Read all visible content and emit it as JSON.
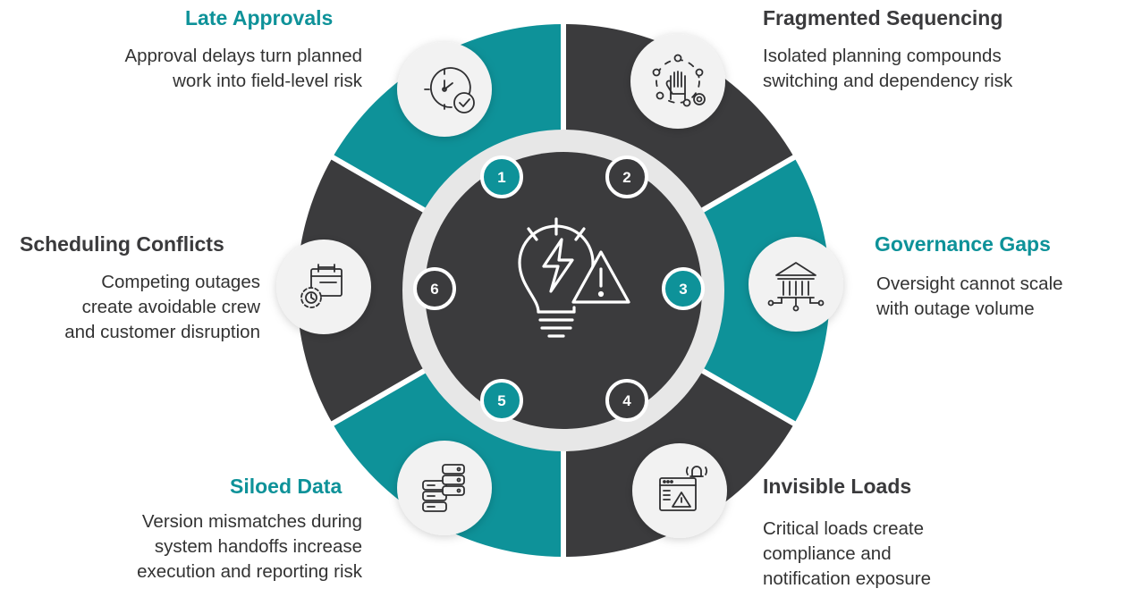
{
  "colors": {
    "teal": "#0e9299",
    "dark": "#3b3b3d",
    "title_dark": "#3a3a3c",
    "ring": "#e7e7e7",
    "circle_bg": "#f2f2f2",
    "icon_stroke": "#2f2f31"
  },
  "center_icon": "lightbulb-with-lightning-and-warning-icon",
  "items": [
    {
      "number": "1",
      "title": "Late Approvals",
      "title_color": "teal",
      "lines": [
        "Approval delays turn planned",
        "work into field-level risk"
      ],
      "segment_color": "teal",
      "icon": "clock-check-icon"
    },
    {
      "number": "2",
      "title": "Fragmented Sequencing",
      "title_color": "dark",
      "lines": [
        "Isolated planning compounds",
        "switching and dependency risk"
      ],
      "segment_color": "dark",
      "icon": "hand-network-gear-icon"
    },
    {
      "number": "3",
      "title": "Governance Gaps",
      "title_color": "teal",
      "lines": [
        "Oversight cannot scale",
        "with outage volume"
      ],
      "segment_color": "teal",
      "icon": "government-building-network-icon"
    },
    {
      "number": "4",
      "title": "Invisible Loads",
      "title_color": "dark",
      "lines": [
        "Critical loads create",
        "compliance and",
        "notification exposure"
      ],
      "segment_color": "dark",
      "icon": "browser-alarm-warning-icon"
    },
    {
      "number": "5",
      "title": "Siloed Data",
      "title_color": "teal",
      "lines": [
        "Version mismatches during",
        "system handoffs increase",
        "execution and reporting risk"
      ],
      "segment_color": "teal",
      "icon": "database-stacks-icon"
    },
    {
      "number": "6",
      "title": "Scheduling Conflicts",
      "title_color": "dark",
      "lines": [
        "Competing outages",
        "create avoidable crew",
        "and customer disruption"
      ],
      "segment_color": "dark",
      "icon": "calendar-gear-icon"
    }
  ]
}
